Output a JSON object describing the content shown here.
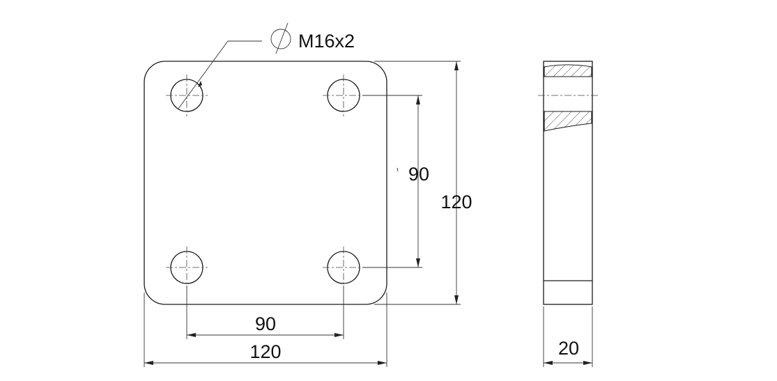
{
  "drawing": {
    "thread_callout": "M16x2",
    "diameter_symbol": "⌀",
    "dimensions": {
      "hole_spacing_vertical": "90",
      "plate_height": "120",
      "hole_spacing_horizontal": "90",
      "plate_width": "120",
      "plate_thickness": "20"
    },
    "colors": {
      "line": "#1a1a1a",
      "background": "#ffffff"
    }
  }
}
